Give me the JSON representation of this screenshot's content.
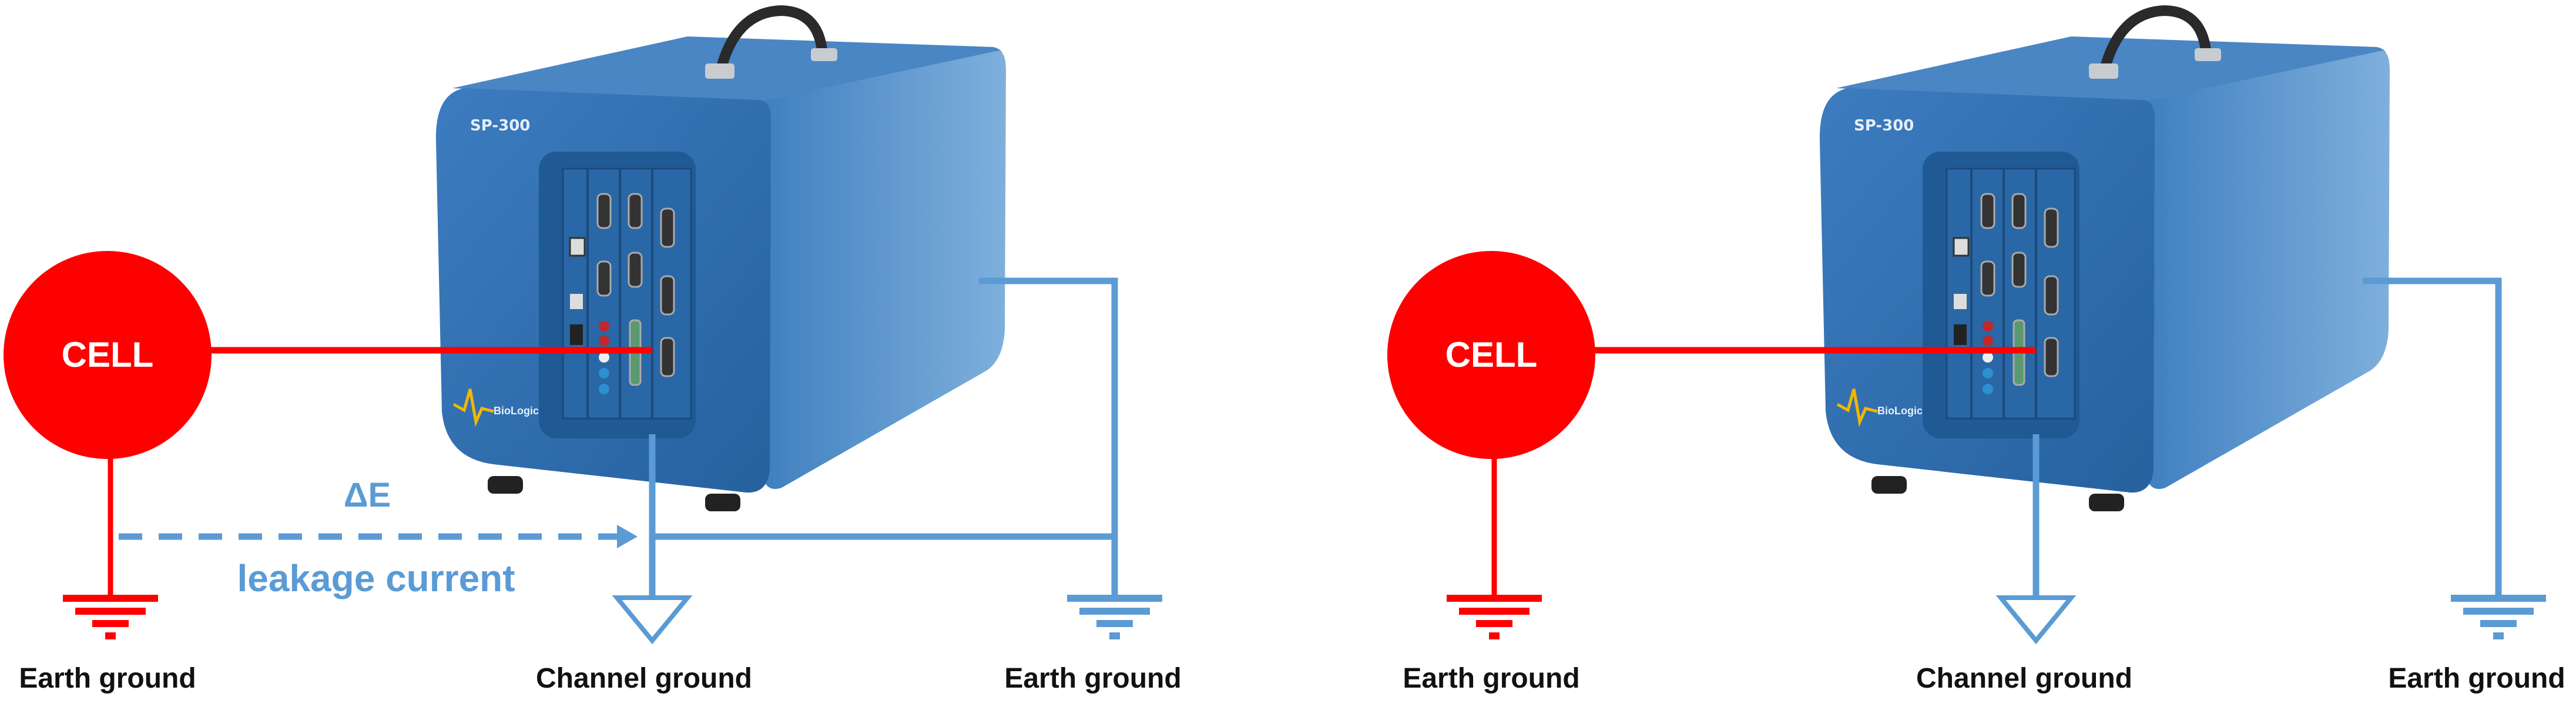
{
  "colors": {
    "cell_red": "#ff0000",
    "ground_blue": "#5b9bd5",
    "device_blue": "#2f6eae"
  },
  "device": {
    "model_label": "SP-300",
    "brand_logo": "BioLogic"
  },
  "left_diagram": {
    "cell_label": "CELL",
    "delta_label": "ΔE",
    "leakage_label": "leakage current",
    "labels": [
      "Earth ground",
      "Channel ground",
      "Earth ground"
    ]
  },
  "right_diagram": {
    "cell_label": "CELL",
    "labels": [
      "Earth ground",
      "Channel ground",
      "Earth ground"
    ]
  }
}
